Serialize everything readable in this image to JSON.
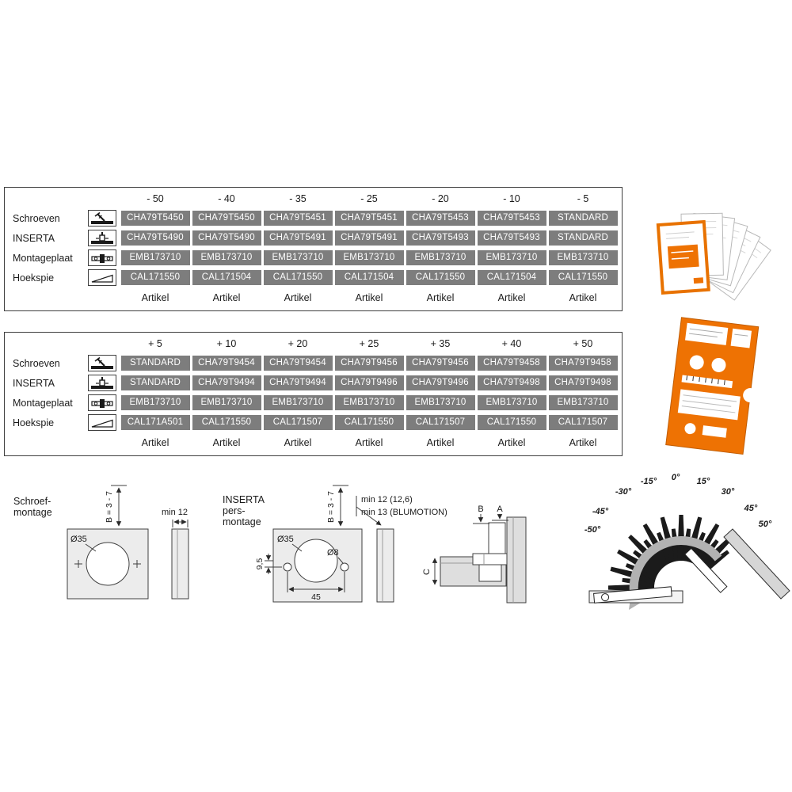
{
  "page": {
    "type": "hinge-article-catalog-page"
  },
  "colors": {
    "accent_orange": "#ee7203",
    "cell_background": "#7d7d7d",
    "cell_text": "#ffffff"
  },
  "icons": {
    "schroeven": "screws-icon",
    "inserta": "inserta-press-icon",
    "montageplaat": "mounting-plate-icon",
    "hoekspie": "wedge-icon"
  },
  "table_minus": {
    "headers": [
      "- 50",
      "- 40",
      "- 35",
      "- 25",
      "- 20",
      "- 10",
      "- 5"
    ],
    "rows": [
      {
        "label": "Schroeven",
        "icon": "screws-icon",
        "cells": [
          "CHA79T5450",
          "CHA79T5450",
          "CHA79T5451",
          "CHA79T5451",
          "CHA79T5453",
          "CHA79T5453",
          "STANDARD"
        ]
      },
      {
        "label": "INSERTA",
        "icon": "inserta-press-icon",
        "cells": [
          "CHA79T5490",
          "CHA79T5490",
          "CHA79T5491",
          "CHA79T5491",
          "CHA79T5493",
          "CHA79T5493",
          "STANDARD"
        ]
      },
      {
        "label": "Montageplaat",
        "icon": "mounting-plate-icon",
        "cells": [
          "EMB173710",
          "EMB173710",
          "EMB173710",
          "EMB173710",
          "EMB173710",
          "EMB173710",
          "EMB173710"
        ]
      },
      {
        "label": "Hoekspie",
        "icon": "wedge-icon",
        "cells": [
          "CAL171550",
          "CAL171504",
          "CAL171550",
          "CAL171504",
          "CAL171550",
          "CAL171504",
          "CAL171550"
        ]
      }
    ],
    "footer_label": "Artikel"
  },
  "table_plus": {
    "headers": [
      "+ 5",
      "+ 10",
      "+ 20",
      "+ 25",
      "+ 35",
      "+ 40",
      "+ 50"
    ],
    "rows": [
      {
        "label": "Schroeven",
        "icon": "screws-icon",
        "cells": [
          "STANDARD",
          "CHA79T9454",
          "CHA79T9454",
          "CHA79T9456",
          "CHA79T9456",
          "CHA79T9458",
          "CHA79T9458"
        ]
      },
      {
        "label": "INSERTA",
        "icon": "inserta-press-icon",
        "cells": [
          "STANDARD",
          "CHA79T9494",
          "CHA79T9494",
          "CHA79T9496",
          "CHA79T9496",
          "CHA79T9498",
          "CHA79T9498"
        ]
      },
      {
        "label": "Montageplaat",
        "icon": "mounting-plate-icon",
        "cells": [
          "EMB173710",
          "EMB173710",
          "EMB173710",
          "EMB173710",
          "EMB173710",
          "EMB173710",
          "EMB173710"
        ]
      },
      {
        "label": "Hoekspie",
        "icon": "wedge-icon",
        "cells": [
          "CAL171A501",
          "CAL171550",
          "CAL171507",
          "CAL171550",
          "CAL171507",
          "CAL171550",
          "CAL171507"
        ]
      }
    ],
    "footer_label": "Artikel"
  },
  "drawings": {
    "schroef": {
      "label_line1": "Schroef-",
      "label_line2": "montage",
      "diameter": "Ø35",
      "bore_distance": "B = 3 - 7",
      "min_thickness": "min 12"
    },
    "inserta": {
      "label_line1": "INSERTA",
      "label_line2": "pers-",
      "label_line3": "montage",
      "diameter_cup": "Ø35",
      "diameter_dowel": "Ø8",
      "offset": "9,5",
      "spacing": "45",
      "bore_distance": "B = 3 - 7",
      "min_thickness_1": "min 12 (12,6)",
      "min_thickness_2": "min 13 (BLUMOTION)"
    },
    "section": {
      "dim_b": "B",
      "dim_a": "A",
      "dim_c": "C"
    },
    "angle_fan": {
      "angles": [
        "-50°",
        "-45°",
        "-30°",
        "-15°",
        "0°",
        "15°",
        "30°",
        "45°",
        "50°"
      ]
    }
  }
}
